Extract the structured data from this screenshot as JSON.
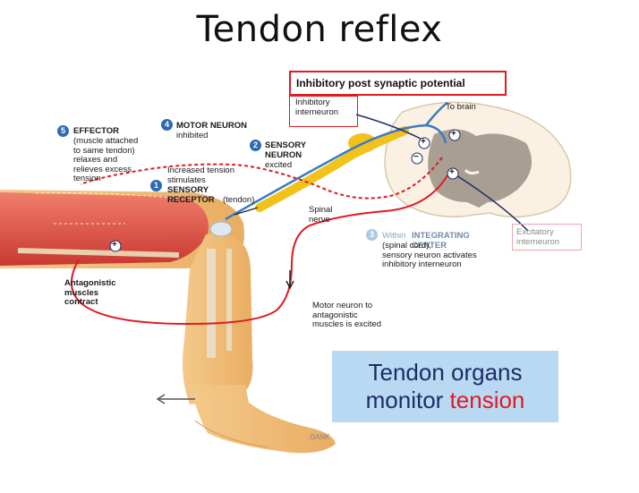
{
  "title": "Tendon reflex",
  "ipsp_label": "Inhibitory post synaptic potential",
  "labels": {
    "inhibitory_interneuron": "Inhibitory\ninterneuron",
    "to_brain": "To brain",
    "effector_num": "5",
    "effector": "EFFECTOR",
    "effector_desc": "(muscle attached\nto same tendon)\nrelaxes and\nrelieves excess\ntension",
    "motor_num": "4",
    "motor": "MOTOR NEURON",
    "motor_desc": "inhibited",
    "sensory_num": "2",
    "sensory": "SENSORY\nNEURON",
    "sensory_desc": "excited",
    "receptor_num": "1",
    "receptor_pre": "Increased tension\nstimulates",
    "receptor": "SENSORY\nRECEPTOR",
    "receptor_post": "(tendon)",
    "spinal_nerve": "Spinal\nnerve",
    "center_num": "3",
    "center_pre": "Within",
    "center": "INTEGRATING\nCENTER",
    "center_desc": "(spinal cord),\nsensory neuron activates\ninhibitory interneuron",
    "excitatory": "Excitatory\ninterneuron",
    "antagonistic": "Antagonistic\nmuscles\ncontract",
    "motor_antag": "Motor neuron to\nantagonistic\nmuscles is excited",
    "plus": "+",
    "minus": "−",
    "signature": "DANK"
  },
  "callout": {
    "line1": "Tendon organs",
    "line2_a": "monitor",
    "line2_b": "tension"
  }
}
